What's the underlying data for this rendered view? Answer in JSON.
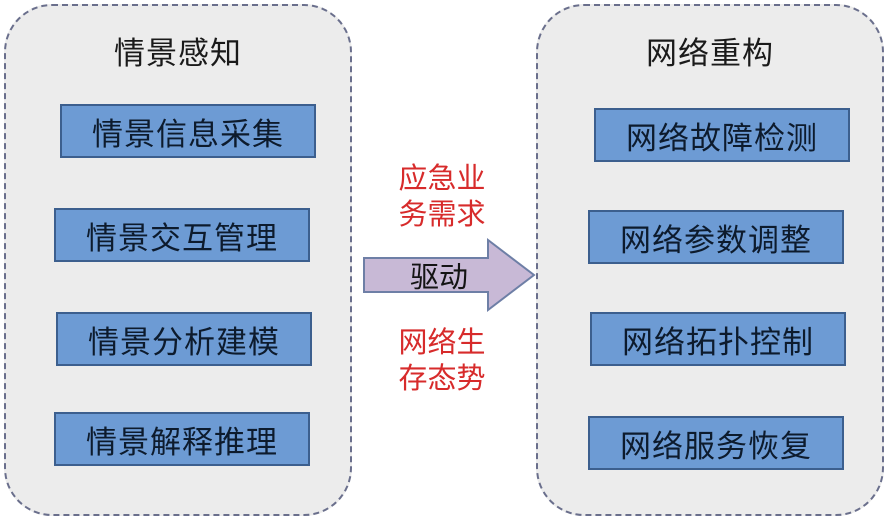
{
  "left_panel": {
    "title": "情景感知",
    "items": [
      "情景信息采集",
      "情景交互管理",
      "情景分析建模",
      "情景解释推理"
    ]
  },
  "right_panel": {
    "title": "网络重构",
    "items": [
      "网络故障检测",
      "网络参数调整",
      "网络拓扑控制",
      "网络服务恢复"
    ]
  },
  "middle": {
    "top_text_line1": "应急业",
    "top_text_line2": "务需求",
    "arrow_label": "驱动",
    "bottom_text_line1": "网络生",
    "bottom_text_line2": "存态势"
  },
  "colors": {
    "panel_fill": "#ececec",
    "panel_border": "#6a6f8c",
    "box_fill": "#6d9bd4",
    "box_border": "#3c5f8e",
    "arrow_fill": "#c8b9d6",
    "arrow_border": "#6e7fa6",
    "red_text": "#d72b2b"
  }
}
